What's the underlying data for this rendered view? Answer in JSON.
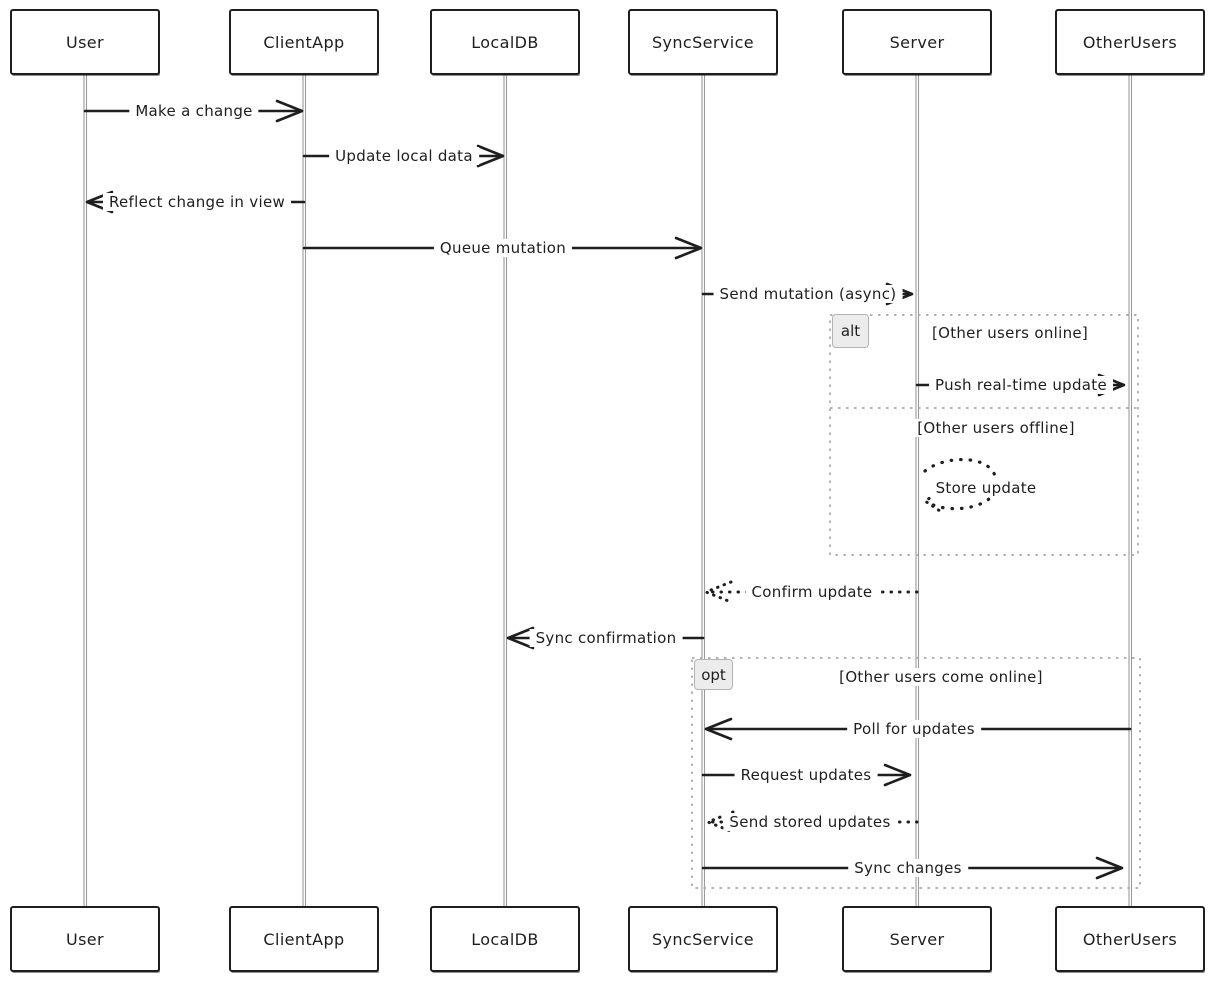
{
  "diagram": {
    "type": "sequence-diagram",
    "style": "hand-drawn",
    "actors": [
      {
        "id": "user",
        "label": "User"
      },
      {
        "id": "client-app",
        "label": "ClientApp"
      },
      {
        "id": "local-db",
        "label": "LocalDB"
      },
      {
        "id": "sync-service",
        "label": "SyncService"
      },
      {
        "id": "server",
        "label": "Server"
      },
      {
        "id": "other-users",
        "label": "OtherUsers"
      }
    ],
    "messages": [
      {
        "from": "User",
        "to": "ClientApp",
        "label": "Make a change",
        "line": "solid"
      },
      {
        "from": "ClientApp",
        "to": "LocalDB",
        "label": "Update local data",
        "line": "solid"
      },
      {
        "from": "ClientApp",
        "to": "User",
        "label": "Reflect change in view",
        "line": "solid"
      },
      {
        "from": "ClientApp",
        "to": "SyncService",
        "label": "Queue mutation",
        "line": "solid"
      },
      {
        "from": "SyncService",
        "to": "Server",
        "label": "Send mutation (async)",
        "line": "solid"
      },
      {
        "from": "Server",
        "to": "OtherUsers",
        "label": "Push real-time update",
        "line": "solid"
      },
      {
        "from": "Server",
        "to": "Server",
        "label": "Store update",
        "line": "dotted-self"
      },
      {
        "from": "Server",
        "to": "SyncService",
        "label": "Confirm update",
        "line": "dashed"
      },
      {
        "from": "SyncService",
        "to": "LocalDB",
        "label": "Sync confirmation",
        "line": "solid"
      },
      {
        "from": "OtherUsers",
        "to": "SyncService",
        "label": "Poll for updates",
        "line": "solid"
      },
      {
        "from": "SyncService",
        "to": "Server",
        "label": "Request updates",
        "line": "solid"
      },
      {
        "from": "Server",
        "to": "SyncService",
        "label": "Send stored updates",
        "line": "dashed"
      },
      {
        "from": "SyncService",
        "to": "OtherUsers",
        "label": "Sync changes",
        "line": "solid"
      }
    ],
    "frames": [
      {
        "operator": "alt",
        "guards": [
          "[Other users online]",
          "[Other users offline]"
        ]
      },
      {
        "operator": "opt",
        "guards": [
          "[Other users come online]"
        ]
      }
    ],
    "colors": {
      "background": "#ffffff",
      "stroke": "#1e1e1e",
      "lifeline": "#9b9b9b",
      "frame_border": "#a9a9a9",
      "operator_badge_bg": "#ececec",
      "operator_badge_border": "#b4b4b8"
    }
  }
}
